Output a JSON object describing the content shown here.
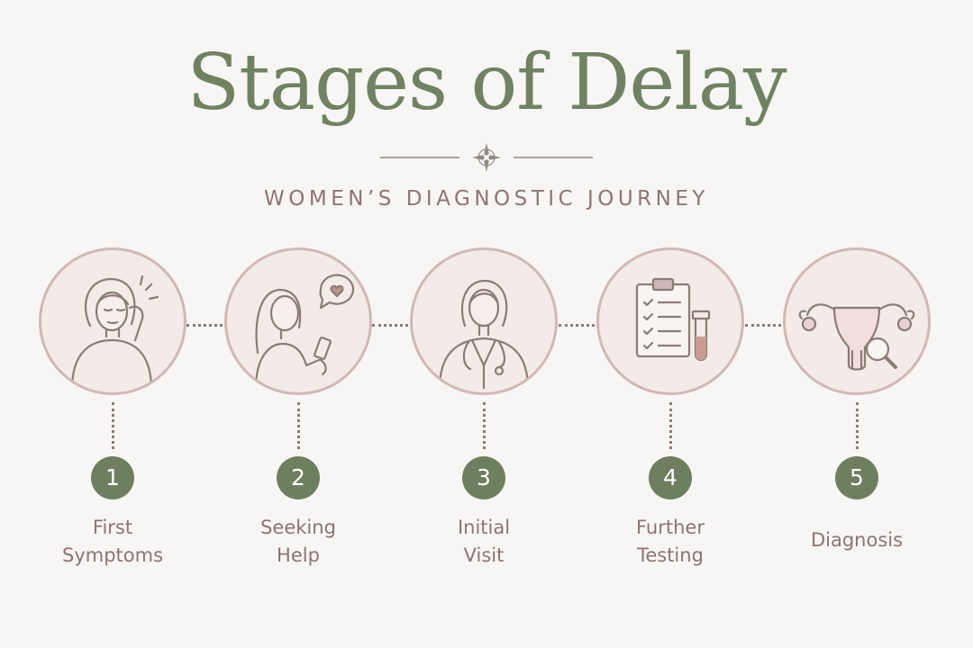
{
  "header": {
    "title": "Stages of Delay",
    "subtitle": "WOMEN’S DIAGNOSTIC JOURNEY",
    "divider_icon": "compass-star-icon"
  },
  "stages": [
    {
      "number": "1",
      "label_lines": [
        "First",
        "Symptoms"
      ],
      "icon": "woman-headache-icon"
    },
    {
      "number": "2",
      "label_lines": [
        "Seeking",
        "Help"
      ],
      "icon": "woman-phone-heart-icon"
    },
    {
      "number": "3",
      "label_lines": [
        "Initial",
        "Visit"
      ],
      "icon": "doctor-stethoscope-icon"
    },
    {
      "number": "4",
      "label_lines": [
        "Further",
        "Testing"
      ],
      "icon": "clipboard-test-tube-icon"
    },
    {
      "number": "5",
      "label_lines": [
        "Diagnosis"
      ],
      "icon": "uterus-magnifier-icon"
    }
  ],
  "colors": {
    "background": "#f8f6f4",
    "title_green": "#6f8262",
    "subtitle_mauve": "#8e7478",
    "badge_green": "#6e7f5f",
    "circle_border": "#cfb8b6",
    "circle_fill": "#f2ebe8",
    "line_art": "#8a7c76"
  }
}
